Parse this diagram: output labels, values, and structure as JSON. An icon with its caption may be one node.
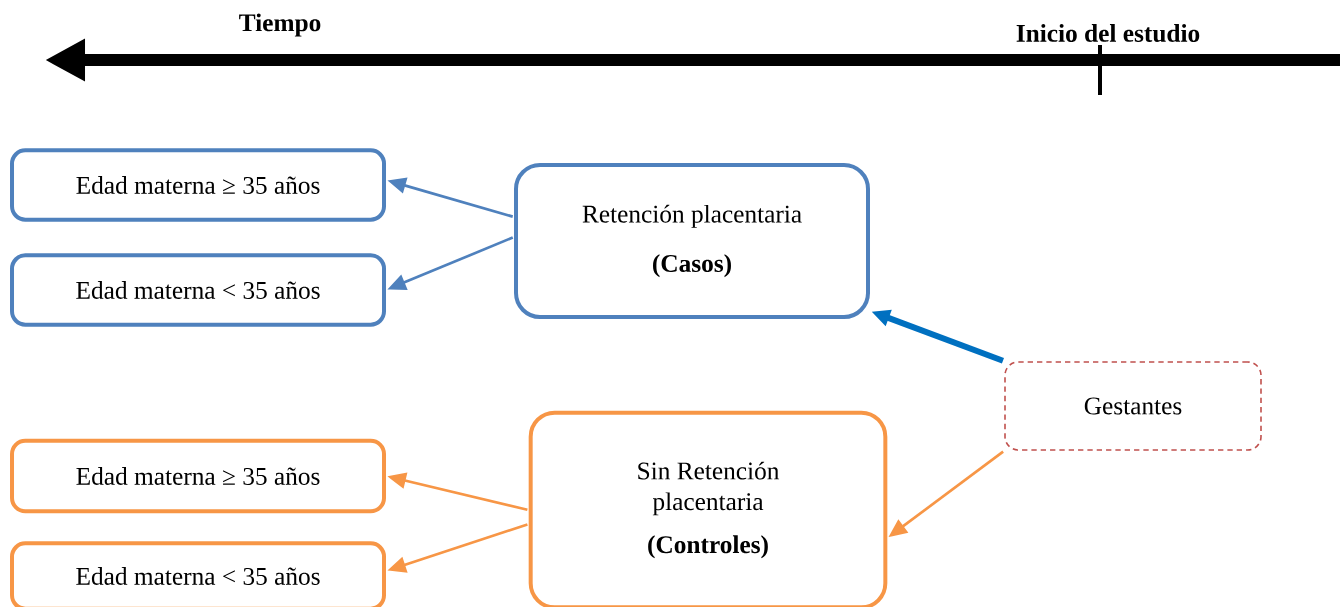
{
  "diagram": {
    "nodes": [
      {
        "text": [
          "Edad materna ≥ 35 años"
        ]
      },
      {
        "text": [
          "Edad materna < 35 años"
        ]
      },
      {
        "text": [
          "Retención placentaria",
          "(Casos)"
        ]
      },
      {
        "text": [
          "Gestantes"
        ]
      },
      {
        "text": [
          "Edad materna ≥ 35 años"
        ]
      },
      {
        "text": [
          "Edad materna < 35 años"
        ]
      },
      {
        "text": [
          "Sin Retención placentaria",
          "(Controles)"
        ]
      }
    ],
    "edges": [
      {
        "from": 3,
        "to": 2,
        "arrow": "to",
        "style": "thick",
        "color": "#0070c0"
      },
      {
        "from": 3,
        "to": 6,
        "arrow": "to",
        "color": "#f79646"
      },
      {
        "from": 2,
        "to": 0,
        "arrow": "to",
        "color": "#4f81bd"
      },
      {
        "from": 2,
        "to": 1,
        "arrow": "to",
        "color": "#4f81bd"
      },
      {
        "from": 6,
        "to": 4,
        "arrow": "to",
        "color": "#f79646"
      },
      {
        "from": 6,
        "to": 5,
        "arrow": "to",
        "color": "#f79646"
      }
    ],
    "labels": [
      "Tiempo",
      "Inicio del estudio"
    ]
  }
}
